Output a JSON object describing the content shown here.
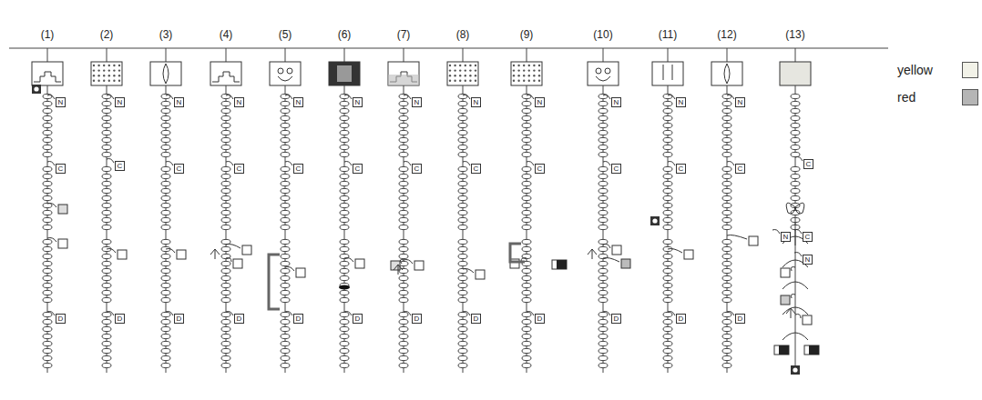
{
  "diagram": {
    "labels": [
      "(1)",
      "(2)",
      "(3)",
      "(4)",
      "(5)",
      "(6)",
      "(7)",
      "(8)",
      "(9)",
      "(10)",
      "(11)",
      "(12)",
      "(13)",
      "N",
      "C",
      "D",
      "N",
      "C",
      "D",
      "N",
      "C",
      "D",
      "N",
      "C",
      "D",
      "N",
      "C",
      "D",
      "N",
      "C",
      "D",
      "N",
      "C",
      "D",
      "N",
      "C",
      "D",
      "N",
      "C",
      "D",
      "N",
      "C",
      "D",
      "N",
      "C",
      "D",
      "N",
      "C",
      "D",
      "C",
      "N",
      "C",
      "N"
    ],
    "legend": [
      {
        "text": "yellow",
        "color": "#f2f2e8"
      },
      {
        "text": "red",
        "color": "#b5b5b5"
      }
    ]
  }
}
